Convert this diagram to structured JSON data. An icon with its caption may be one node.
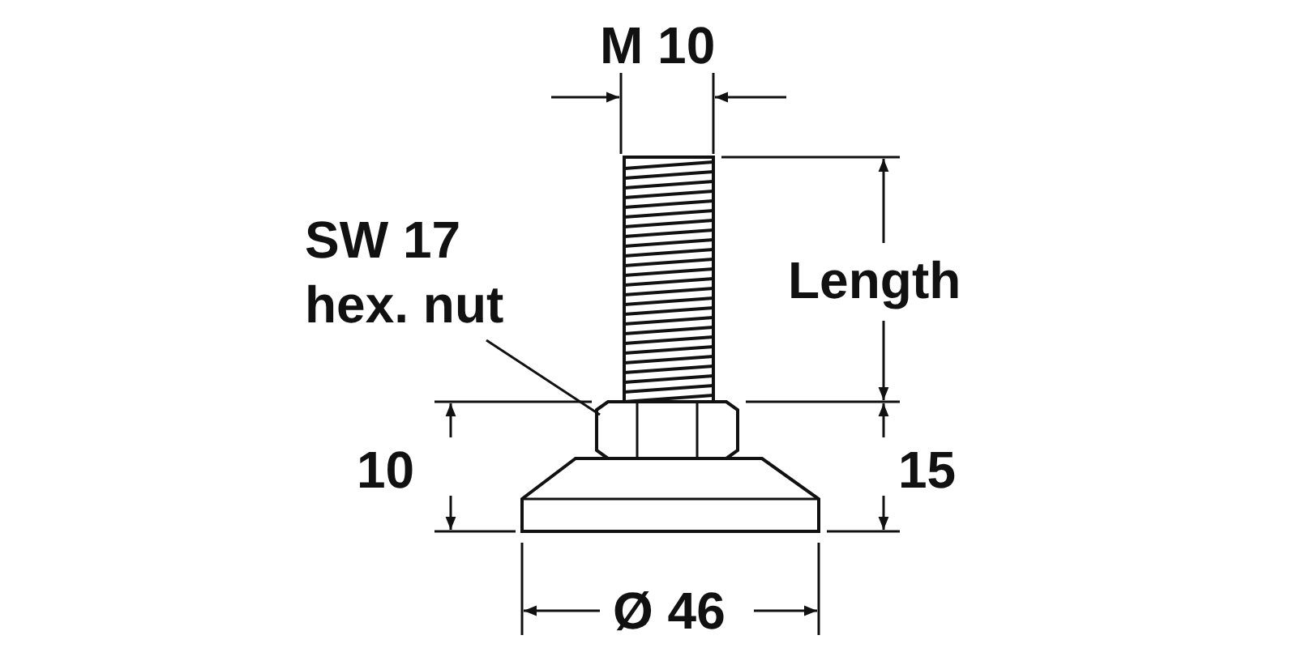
{
  "diagram": {
    "nodes": [
      {
        "text": [
          "SW 17 hex. nut"
        ]
      },
      {
        "text": [],
        "shape": "picture"
      }
    ],
    "edges": [
      {
        "from": 0,
        "to": 1,
        "arrow": "none"
      }
    ],
    "labels": [
      "M 10",
      "Length",
      "10",
      "15",
      "Ø 46"
    ]
  }
}
